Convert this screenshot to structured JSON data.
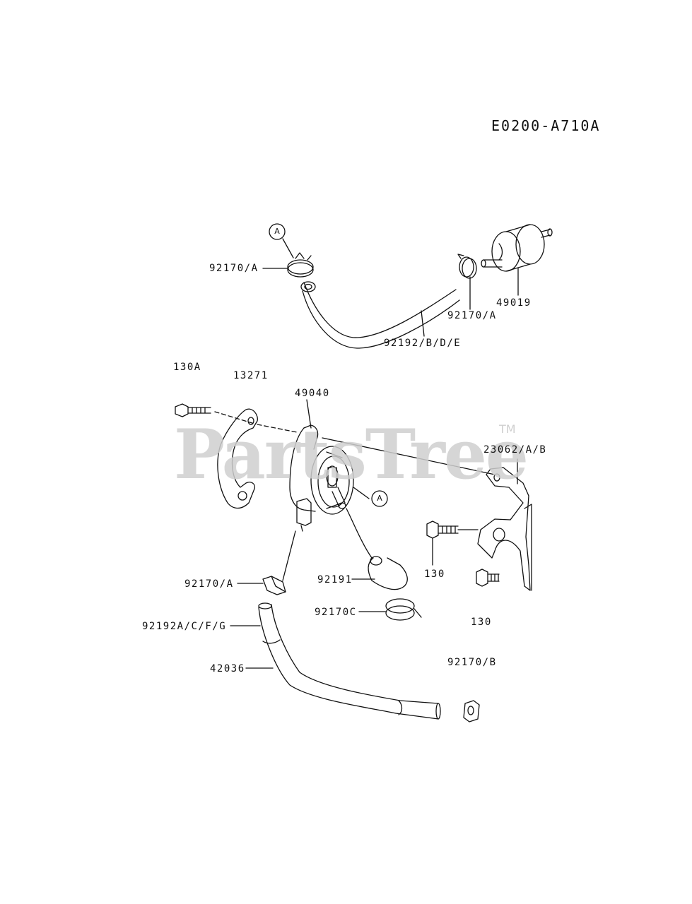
{
  "diagram_code": "E0200-A710A",
  "watermark": {
    "text": "PartsTree",
    "trademark": "TM"
  },
  "ref_markers": {
    "a1": "A",
    "a2": "A"
  },
  "labels": {
    "clamp_top_left": "92170/A",
    "clamp_top_right": "92170/A",
    "filter": "49019",
    "hose_top": "92192/B/D/E",
    "bolt_130a": "130A",
    "gasket": "13271",
    "pump": "49040",
    "bracket": "23062/A/B",
    "bolt_130_upper": "130",
    "bolt_130_lower": "130",
    "clamp_mid_left": "92170/A",
    "hose_short": "92191",
    "clamp_c": "92170C",
    "hose_long": "92192A/C/F/G",
    "pipe": "42036",
    "clamp_b": "92170/B"
  },
  "colors": {
    "line": "#111111",
    "watermark": "#cfcfcf"
  }
}
